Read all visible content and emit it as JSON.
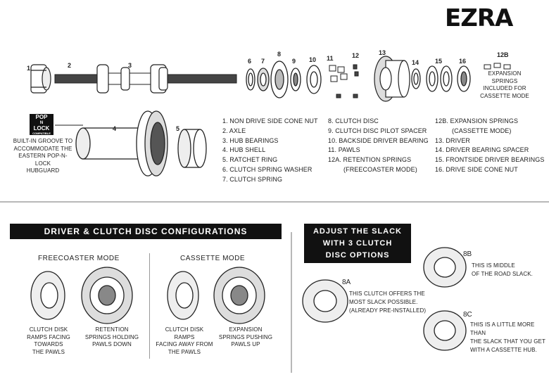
{
  "brand": "EZRA",
  "parts_numbers": [
    "1",
    "2",
    "3",
    "4",
    "5",
    "6",
    "7",
    "8",
    "9",
    "10",
    "11",
    "12",
    "13",
    "14",
    "15",
    "16",
    "12B"
  ],
  "expansion_note": [
    "EXPANSION SPRINGS",
    "INCLUDED FOR",
    "CASSETTE MODE"
  ],
  "pop_n_lock": {
    "logo_top": "POP",
    "logo_mid": "N",
    "logo_bottom": "LOCK",
    "logo_tag": "COMPATIBLE"
  },
  "hubguard_note": [
    "BUILT-IN GROOVE TO",
    "ACCOMMODATE THE",
    "EASTERN POP-N-LOCK",
    "HUBGUARD"
  ],
  "legend_col1": [
    "1. NON DRIVE SIDE CONE NUT",
    "2. AXLE",
    "3. HUB BEARINGS",
    "4. HUB SHELL",
    "5. RATCHET RING",
    "6. CLUTCH SPRING WASHER",
    "7. CLUTCH SPRING"
  ],
  "legend_col2": [
    "8. CLUTCH DISC",
    "9. CLUTCH DISC PILOT SPACER",
    "10. BACKSIDE DRIVER BEARING",
    "11. PAWLS",
    "12A. RETENTION SPRINGS",
    "(FREECOASTER MODE)"
  ],
  "legend_col3": [
    "12B. EXPANSION SPRINGS",
    "(CASSETTE MODE)",
    "13. DRIVER",
    "14. DRIVER BEARING SPACER",
    "15. FRONTSIDE DRIVER BEARINGS",
    "16. DRIVE SIDE CONE NUT"
  ],
  "config_banner": "DRIVER & CLUTCH DISC CONFIGURATIONS",
  "freecoaster": {
    "title": "FREECOASTER MODE",
    "left_caption": [
      "CLUTCH DISK",
      "RAMPS FACING TOWARDS",
      "THE PAWLS"
    ],
    "right_caption": [
      "RETENTION",
      "SPRINGS HOLDING",
      "PAWLS DOWN"
    ]
  },
  "cassette": {
    "title": "CASSETTE MODE",
    "left_caption": [
      "CLUTCH DISK RAMPS",
      "FACING AWAY FROM",
      "THE PAWLS"
    ],
    "right_caption": [
      "EXPANSION",
      "SPRINGS PUSHING",
      "PAWLS UP"
    ]
  },
  "slack_banner": [
    "ADJUST THE SLACK",
    "WITH 3 CLUTCH",
    "DISC OPTIONS"
  ],
  "option_8a": {
    "label": "8A",
    "text": [
      "THIS CLUTCH OFFERS THE",
      "MOST SLACK POSSIBLE.",
      "(ALREADY PRE-INSTALLED)"
    ]
  },
  "option_8b": {
    "label": "8B",
    "text": [
      "THIS IS MIDDLE",
      "OF THE ROAD SLACK."
    ]
  },
  "option_8c": {
    "label": "8C",
    "text": [
      "THIS IS A LITTLE MORE THAN",
      "THE SLACK THAT YOU GET",
      "WITH A CASSETTE HUB."
    ]
  }
}
